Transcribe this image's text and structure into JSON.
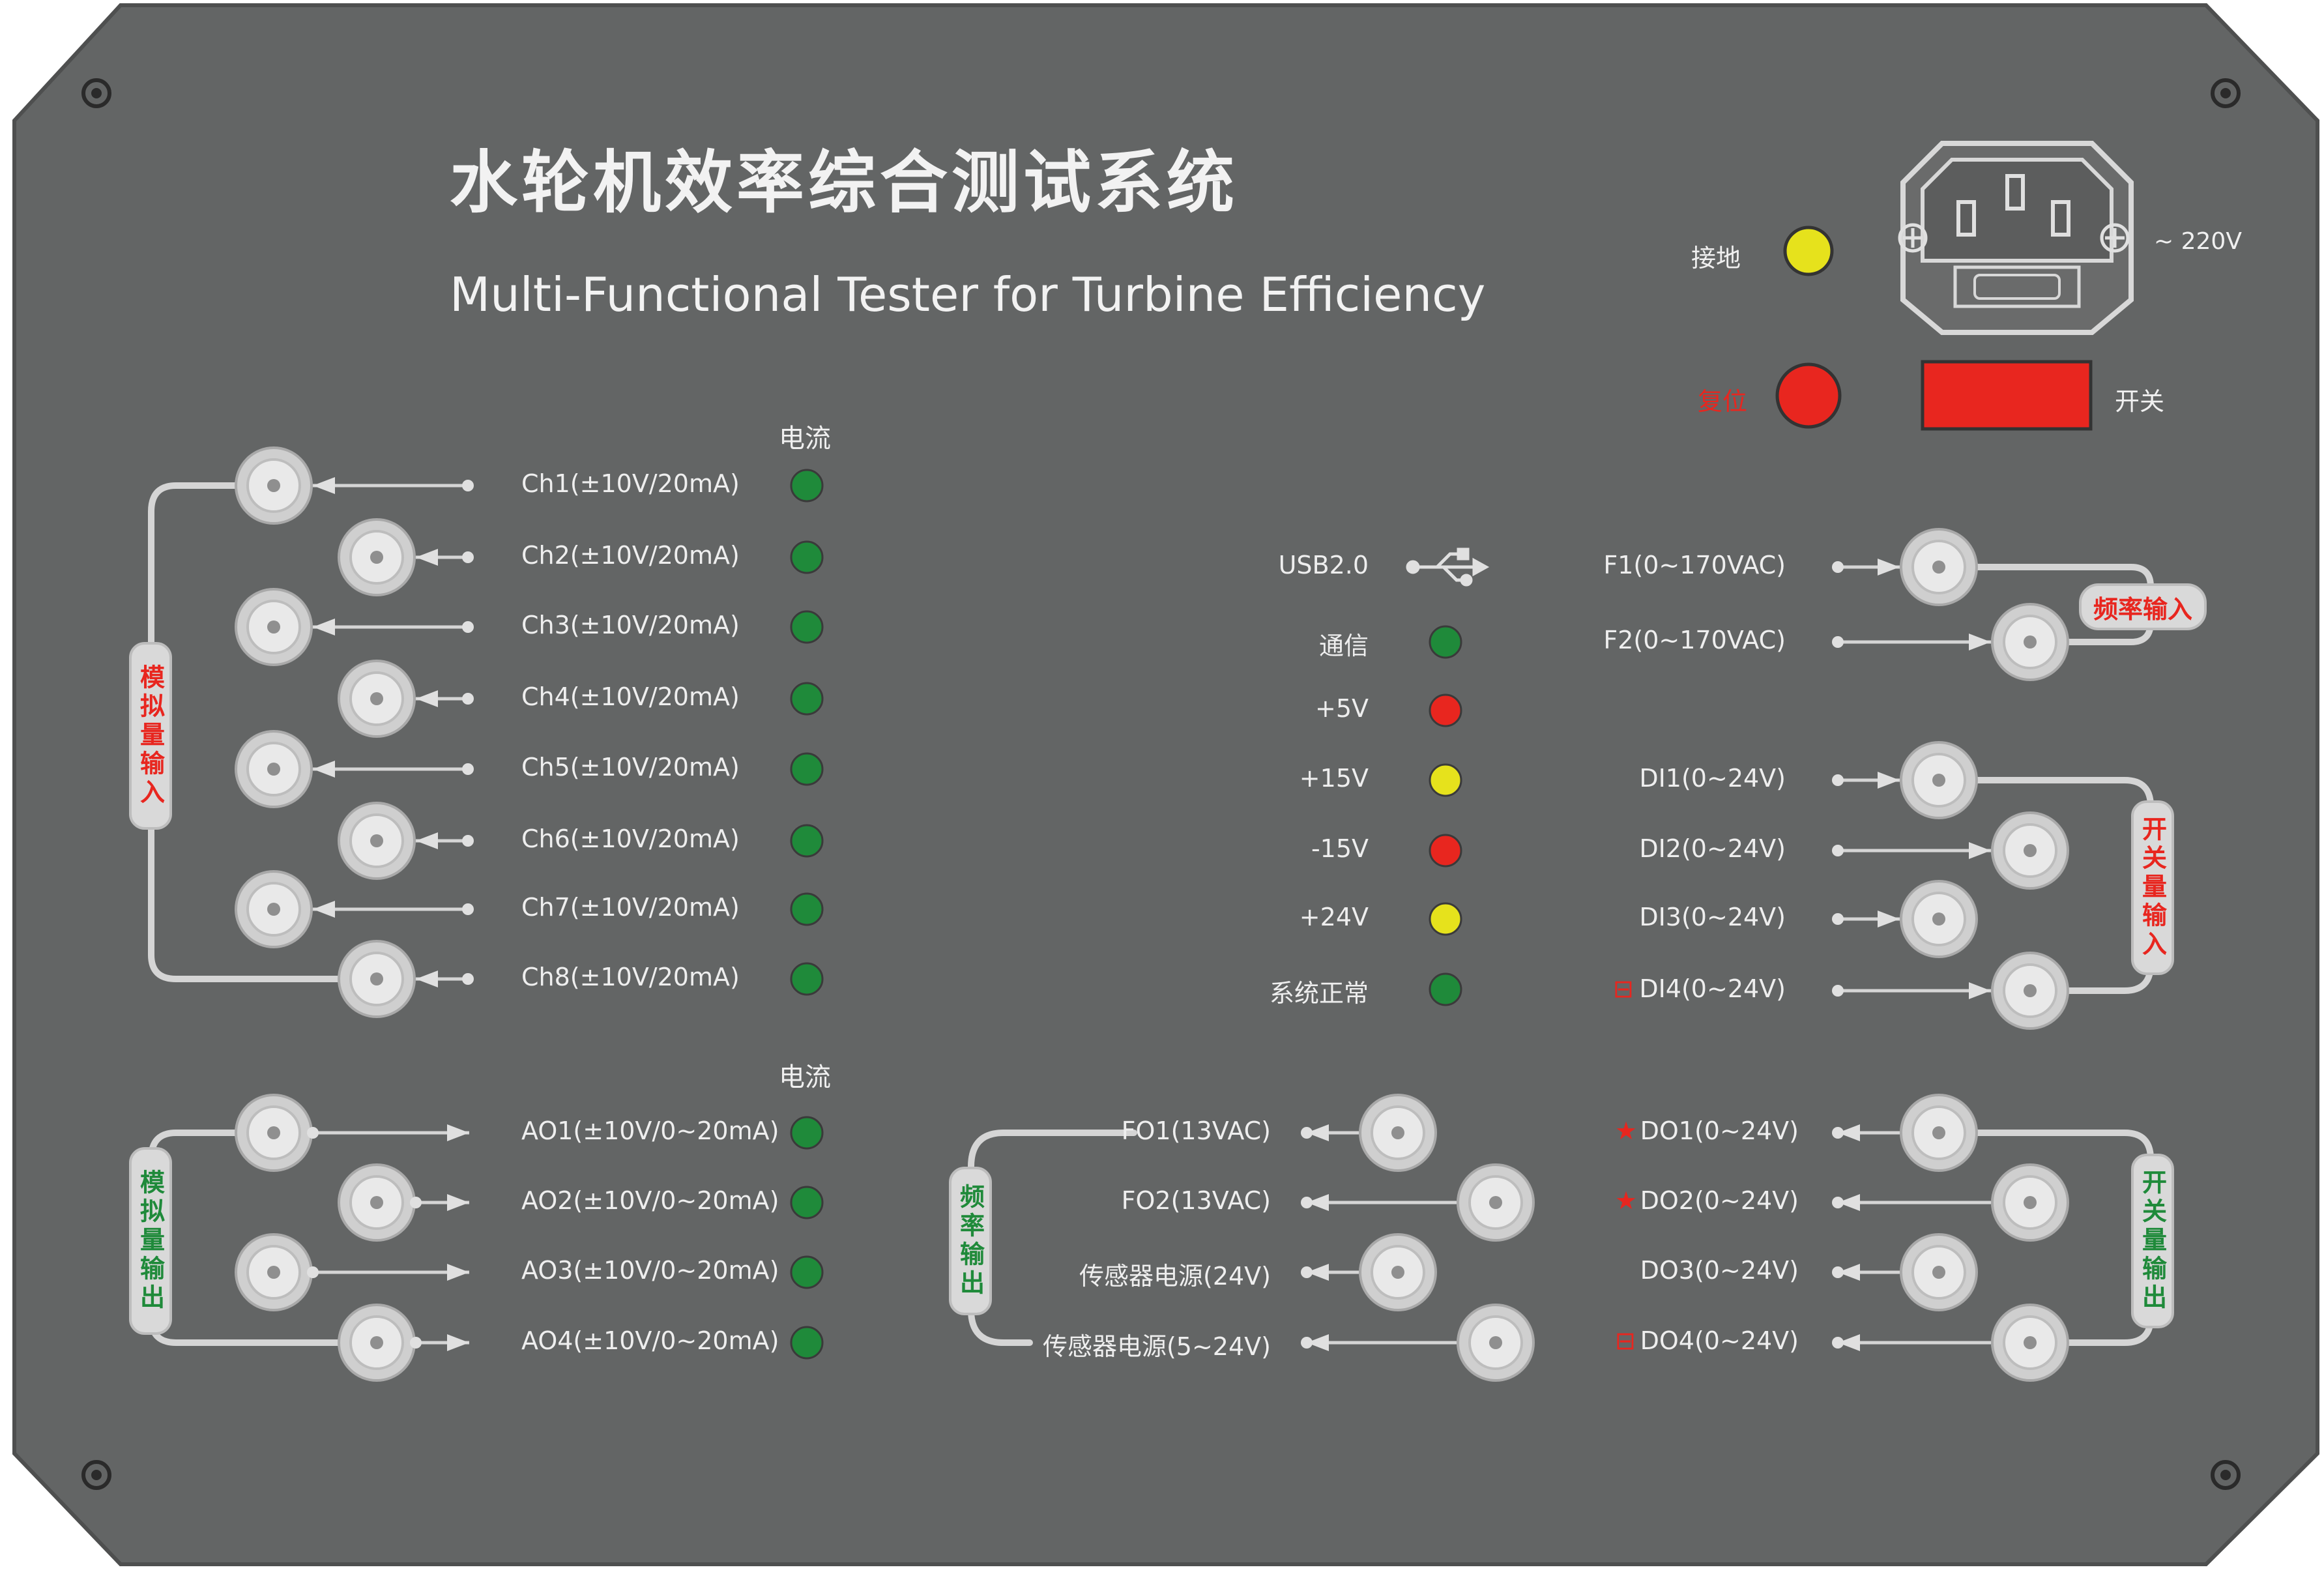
{
  "title_cn": "水轮机效率综合测试系统",
  "title_en": "Multi-Functional Tester for Turbine Efficiency",
  "power": {
    "voltage": "~ 220V",
    "ground": "接地",
    "reset": "复位",
    "switch": "开关"
  },
  "current_header_1": "电流",
  "current_header_2": "电流",
  "analog_inputs": [
    "Ch1(±10V/20mA)",
    "Ch2(±10V/20mA)",
    "Ch3(±10V/20mA)",
    "Ch4(±10V/20mA)",
    "Ch5(±10V/20mA)",
    "Ch6(±10V/20mA)",
    "Ch7(±10V/20mA)",
    "Ch8(±10V/20mA)"
  ],
  "analog_input_tag": "模拟量输入",
  "analog_outputs": [
    "AO1(±10V/0~20mA)",
    "AO2(±10V/0~20mA)",
    "AO3(±10V/0~20mA)",
    "AO4(±10V/0~20mA)"
  ],
  "analog_output_tag": "模拟量输出",
  "status": [
    {
      "label": "USB2.0",
      "color": "none"
    },
    {
      "label": "通信",
      "color": "#1f8a3a"
    },
    {
      "label": "+5V",
      "color": "#e8261f"
    },
    {
      "label": "+15V",
      "color": "#e6e21c"
    },
    {
      "label": "-15V",
      "color": "#e8261f"
    },
    {
      "label": "+24V",
      "color": "#e6e21c"
    },
    {
      "label": "系统正常",
      "color": "#1f8a3a"
    }
  ],
  "freq_inputs": [
    "F1(0~170VAC)",
    "F2(0~170VAC)"
  ],
  "freq_input_tag": "频率输入",
  "digital_inputs": [
    "DI1(0~24V)",
    "DI2(0~24V)",
    "DI3(0~24V)",
    "DI4(0~24V)"
  ],
  "digital_input_tag": "开关量输入",
  "digital_input_mark": "⊟",
  "freq_outputs": [
    "FO1(13VAC)",
    "FO2(13VAC)",
    "传感器电源(24V)",
    "传感器电源(5~24V)"
  ],
  "freq_output_tag": "频率输出",
  "digital_outputs": [
    "DO1(0~24V)",
    "DO2(0~24V)",
    "DO3(0~24V)",
    "DO4(0~24V)"
  ],
  "digital_output_marks": [
    "★",
    "★",
    "",
    "⊟"
  ],
  "digital_output_tag": "开关量输出",
  "colors": {
    "panel": "#636565",
    "green_led": "#1f8a3a",
    "red": "#e8261f",
    "yellow": "#e6e21c"
  }
}
